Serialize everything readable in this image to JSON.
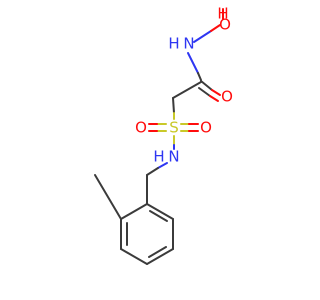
{
  "atom_labels": {
    "h_top": "H",
    "o_hydroxyl": "O",
    "h_amide": "H",
    "n_amide": "N",
    "o_carbonyl": "O",
    "o_sulfonyl_left": "O",
    "s_sulfonyl": "S",
    "o_sulfonyl_right": "O",
    "h_sulfonamide": "H",
    "n_sulfonamide": "N"
  },
  "colors": {
    "bond": "#3b3b3b",
    "oxygen": "#ff0d0d",
    "nitrogen": "#2e36f2",
    "sulfur": "#c9c92a",
    "background": "#ffffff"
  }
}
